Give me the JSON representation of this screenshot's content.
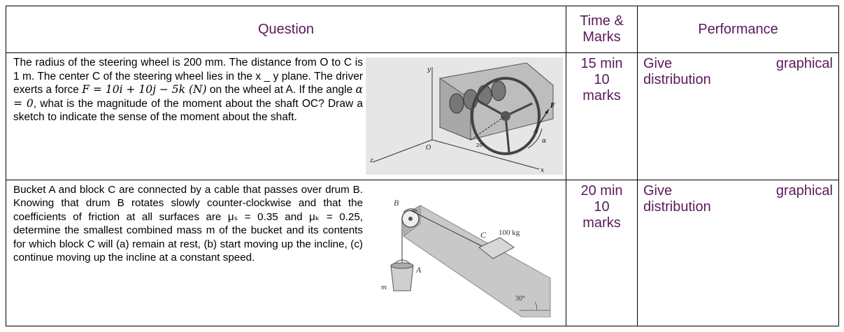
{
  "header": {
    "question": "Question",
    "time_line1": "Time &",
    "time_line2": "Marks",
    "performance": "Performance"
  },
  "rows": [
    {
      "text_part1": " The radius of the steering wheel is 200 mm. The distance from O to C is 1 m. The center C of the steering wheel lies in the x _ y plane. The driver exerts a force ",
      "formula": "F = 10i + 10j − 5k (N)",
      "text_part2": " on the wheel at A. If the angle ",
      "angle": "α = 0",
      "text_part3": ", what is the magnitude of the moment about the shaft OC? Draw a sketch to indicate the sense of the moment about the shaft.",
      "time": "15 min",
      "marks_num": "10",
      "marks_label": "marks",
      "perf_word1": "Give",
      "perf_word2": "graphical",
      "perf_word3": "distribution",
      "figure_labels": {
        "y": "y",
        "o": "O",
        "z": "z",
        "x": "x",
        "f": "F",
        "a": "A",
        "alpha": "α",
        "angle": "20°"
      }
    },
    {
      "text": "Bucket A and block C are connected by a cable that passes over drum B. Knowing that drum B rotates slowly counter-clockwise and that the coefficients of friction at all surfaces are μₛ = 0.35 and μₖ = 0.25, determine the smallest combined mass m of the bucket and its contents for which block C will (a) remain at rest, (b) start moving up the incline, (c) continue moving up the incline at a constant speed.",
      "time": "20 min",
      "marks_num": "10",
      "marks_label": "marks",
      "perf_word1": "Give",
      "perf_word2": "graphical",
      "perf_word3": "distribution",
      "figure_labels": {
        "b": "B",
        "c": "C",
        "mass": "100 kg",
        "a": "A",
        "m": "m",
        "angle": "30°"
      }
    }
  ]
}
